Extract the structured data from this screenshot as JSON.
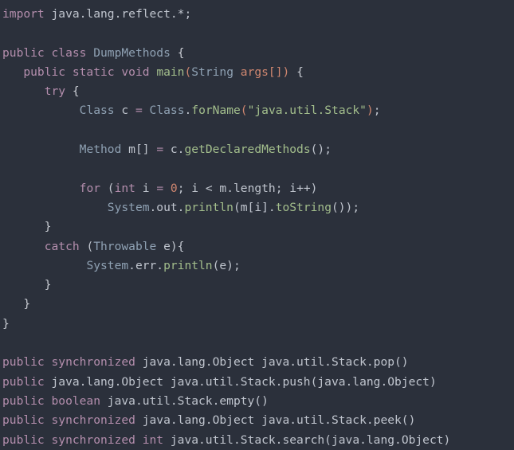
{
  "editor": {
    "language": "java",
    "theme_name": "base16-ocean-dark",
    "background_color": "#2b303b",
    "default_text_color": "#c0c5ce",
    "palette": {
      "keyword": "#b48ead",
      "type": "#8fa1b3",
      "function": "#a3be8c",
      "string": "#a3be8c",
      "number": "#d08770",
      "variable": "#d08770",
      "punctuation": "#d08770",
      "brace": "#c9ccd3",
      "plain": "#c0c5ce"
    }
  },
  "source": {
    "lines": [
      {
        "n": 1,
        "tokens": [
          {
            "t": "import",
            "c": "kw"
          },
          {
            "t": " java.lang.reflect.*;",
            "c": "plain"
          }
        ]
      },
      {
        "n": 2,
        "tokens": []
      },
      {
        "n": 3,
        "tokens": [
          {
            "t": "public class",
            "c": "kw"
          },
          {
            "t": " ",
            "c": "plain"
          },
          {
            "t": "DumpMethods",
            "c": "type"
          },
          {
            "t": " ",
            "c": "plain"
          },
          {
            "t": "{",
            "c": "brace"
          }
        ]
      },
      {
        "n": 4,
        "tokens": [
          {
            "t": "   ",
            "c": "plain"
          },
          {
            "t": "public static void",
            "c": "kw"
          },
          {
            "t": " ",
            "c": "plain"
          },
          {
            "t": "main",
            "c": "fn"
          },
          {
            "t": "(",
            "c": "punct"
          },
          {
            "t": "String",
            "c": "type"
          },
          {
            "t": " ",
            "c": "plain"
          },
          {
            "t": "args[]",
            "c": "var"
          },
          {
            "t": ")",
            "c": "punct"
          },
          {
            "t": " ",
            "c": "plain"
          },
          {
            "t": "{",
            "c": "brace"
          }
        ]
      },
      {
        "n": 5,
        "tokens": [
          {
            "t": "      ",
            "c": "plain"
          },
          {
            "t": "try",
            "c": "kw"
          },
          {
            "t": " ",
            "c": "plain"
          },
          {
            "t": "{",
            "c": "brace"
          }
        ]
      },
      {
        "n": 6,
        "tokens": [
          {
            "t": "           ",
            "c": "plain"
          },
          {
            "t": "Class",
            "c": "type"
          },
          {
            "t": " c ",
            "c": "plain"
          },
          {
            "t": "=",
            "c": "op"
          },
          {
            "t": " ",
            "c": "plain"
          },
          {
            "t": "Class",
            "c": "type"
          },
          {
            "t": ".",
            "c": "plain"
          },
          {
            "t": "forName",
            "c": "fn"
          },
          {
            "t": "(",
            "c": "punct"
          },
          {
            "t": "\"java.util.Stack\"",
            "c": "str"
          },
          {
            "t": ")",
            "c": "punct"
          },
          {
            "t": ";",
            "c": "plain"
          }
        ]
      },
      {
        "n": 7,
        "tokens": []
      },
      {
        "n": 8,
        "tokens": [
          {
            "t": "           ",
            "c": "plain"
          },
          {
            "t": "Method",
            "c": "type"
          },
          {
            "t": " m[] ",
            "c": "plain"
          },
          {
            "t": "=",
            "c": "op"
          },
          {
            "t": " c.",
            "c": "plain"
          },
          {
            "t": "getDeclaredMethods",
            "c": "fn"
          },
          {
            "t": "();",
            "c": "plain"
          }
        ]
      },
      {
        "n": 9,
        "tokens": []
      },
      {
        "n": 10,
        "tokens": [
          {
            "t": "           ",
            "c": "plain"
          },
          {
            "t": "for",
            "c": "kw"
          },
          {
            "t": " (",
            "c": "plain"
          },
          {
            "t": "int",
            "c": "kw"
          },
          {
            "t": " i ",
            "c": "plain"
          },
          {
            "t": "=",
            "c": "op"
          },
          {
            "t": " ",
            "c": "plain"
          },
          {
            "t": "0",
            "c": "num"
          },
          {
            "t": "; i < m.length; i++)",
            "c": "plain"
          }
        ]
      },
      {
        "n": 11,
        "tokens": [
          {
            "t": "               ",
            "c": "plain"
          },
          {
            "t": "System",
            "c": "type"
          },
          {
            "t": ".out.",
            "c": "plain"
          },
          {
            "t": "println",
            "c": "fn"
          },
          {
            "t": "(m[i].",
            "c": "plain"
          },
          {
            "t": "toString",
            "c": "fn"
          },
          {
            "t": "());",
            "c": "plain"
          }
        ]
      },
      {
        "n": 12,
        "tokens": [
          {
            "t": "      ",
            "c": "plain"
          },
          {
            "t": "}",
            "c": "brace"
          }
        ]
      },
      {
        "n": 13,
        "tokens": [
          {
            "t": "      ",
            "c": "plain"
          },
          {
            "t": "catch",
            "c": "kw"
          },
          {
            "t": " (",
            "c": "plain"
          },
          {
            "t": "Throwable",
            "c": "type"
          },
          {
            "t": " e){",
            "c": "plain"
          }
        ]
      },
      {
        "n": 14,
        "tokens": [
          {
            "t": "            ",
            "c": "plain"
          },
          {
            "t": "System",
            "c": "type"
          },
          {
            "t": ".err.",
            "c": "plain"
          },
          {
            "t": "println",
            "c": "fn"
          },
          {
            "t": "(e);",
            "c": "plain"
          }
        ]
      },
      {
        "n": 15,
        "tokens": [
          {
            "t": "      ",
            "c": "plain"
          },
          {
            "t": "}",
            "c": "brace"
          }
        ]
      },
      {
        "n": 16,
        "tokens": [
          {
            "t": "   ",
            "c": "plain"
          },
          {
            "t": "}",
            "c": "brace"
          }
        ]
      },
      {
        "n": 17,
        "tokens": [
          {
            "t": "}",
            "c": "brace"
          }
        ]
      },
      {
        "n": 18,
        "tokens": []
      },
      {
        "n": 19,
        "tokens": [
          {
            "t": "public synchronized",
            "c": "kw"
          },
          {
            "t": " java.lang.Object java.util.Stack.pop()",
            "c": "out"
          }
        ]
      },
      {
        "n": 20,
        "tokens": [
          {
            "t": "public",
            "c": "kw"
          },
          {
            "t": " java.lang.Object java.util.Stack.push(java.lang.Object)",
            "c": "out"
          }
        ]
      },
      {
        "n": 21,
        "tokens": [
          {
            "t": "public boolean",
            "c": "kw"
          },
          {
            "t": " java.util.Stack.empty()",
            "c": "out"
          }
        ]
      },
      {
        "n": 22,
        "tokens": [
          {
            "t": "public synchronized",
            "c": "kw"
          },
          {
            "t": " java.lang.Object java.util.Stack.peek()",
            "c": "out"
          }
        ]
      },
      {
        "n": 23,
        "tokens": [
          {
            "t": "public synchronized int",
            "c": "kw"
          },
          {
            "t": " java.util.Stack.search(java.lang.Object)",
            "c": "out"
          }
        ]
      }
    ],
    "plain_text": [
      "import java.lang.reflect.*;",
      "",
      "public class DumpMethods {",
      "   public static void main(String args[]) {",
      "      try {",
      "           Class c = Class.forName(\"java.util.Stack\");",
      "",
      "           Method m[] = c.getDeclaredMethods();",
      "",
      "           for (int i = 0; i < m.length; i++)",
      "               System.out.println(m[i].toString());",
      "      }",
      "      catch (Throwable e){",
      "            System.err.println(e);",
      "      }",
      "   }",
      "}",
      "",
      "public synchronized java.lang.Object java.util.Stack.pop()",
      "public java.lang.Object java.util.Stack.push(java.lang.Object)",
      "public boolean java.util.Stack.empty()",
      "public synchronized java.lang.Object java.util.Stack.peek()",
      "public synchronized int java.util.Stack.search(java.lang.Object)"
    ]
  }
}
